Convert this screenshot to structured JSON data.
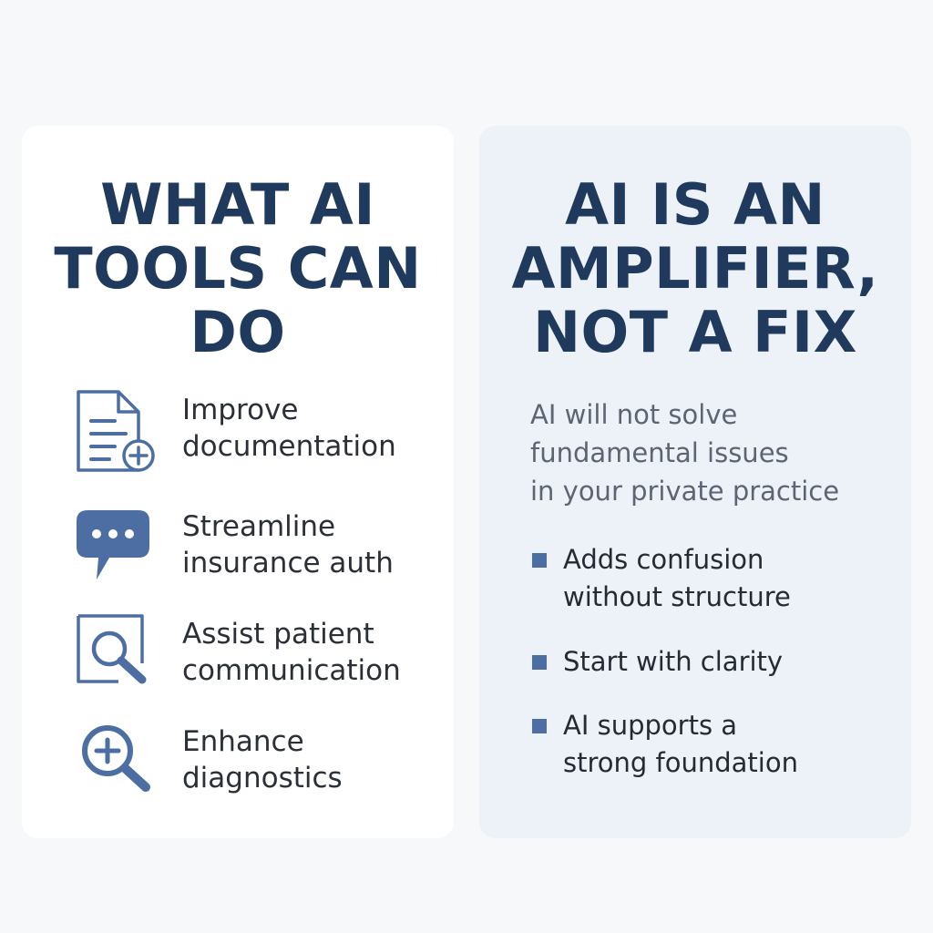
{
  "left_panel": {
    "title_lines": [
      "WHAT AI",
      "TOOLS CAN",
      "DO"
    ],
    "items": [
      {
        "icon": "document-plus-icon",
        "lines": [
          "Improve",
          "documentation"
        ]
      },
      {
        "icon": "chat-bubble-icon",
        "lines": [
          "Streamline",
          "insurance auth"
        ]
      },
      {
        "icon": "magnifier-frame-icon",
        "lines": [
          "Assist patient",
          "communication"
        ]
      },
      {
        "icon": "zoom-in-icon",
        "lines": [
          "Enhance",
          "diagnostics"
        ]
      }
    ]
  },
  "right_panel": {
    "title_lines": [
      "AI IS AN",
      "AMPLIFIER,",
      "NOT A FIX"
    ],
    "intro_lines": [
      "AI will not solve",
      "fundamental issues",
      "in your private practice"
    ],
    "bullets": [
      {
        "lines": [
          "Adds confusion",
          "without structure"
        ]
      },
      {
        "lines": [
          "Start with clarity"
        ]
      },
      {
        "lines": [
          "AI supports a",
          "strong foundation"
        ]
      }
    ]
  },
  "colors": {
    "title": "#203a5e",
    "icon": "#4d6ea3",
    "left_card": "#ffffff",
    "right_card": "#edf1f8",
    "background": "#f7f8fa"
  }
}
